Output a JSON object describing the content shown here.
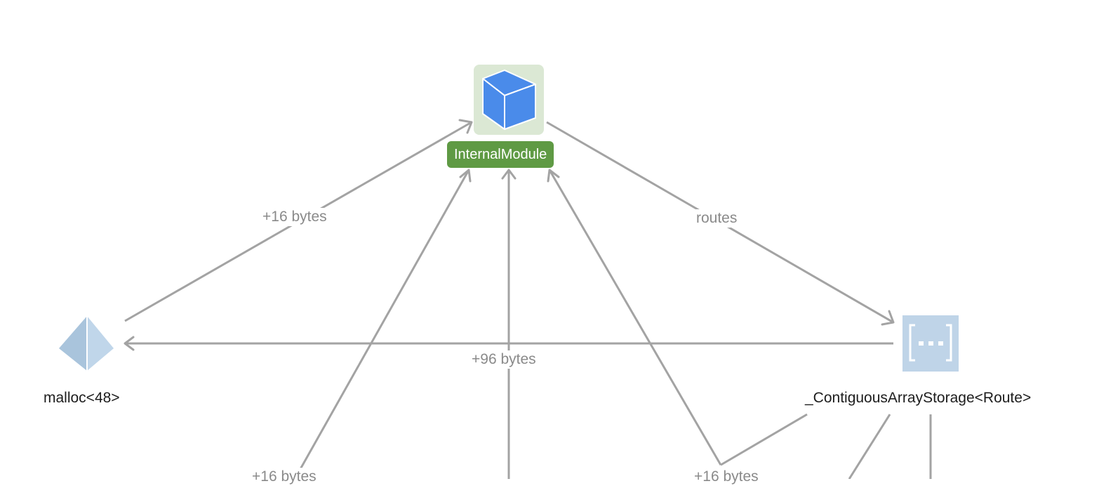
{
  "colors": {
    "edge": "#a3a3a3",
    "selected_node_bg": "#dbe8d4",
    "selected_label_bg": "#5f9a44",
    "cube_fill": "#4a8bea",
    "array_node_fill": "#bfd4e8",
    "pyramid_fill": "#a9c4dc"
  },
  "nodes": {
    "internal_module": {
      "label": "InternalModule",
      "icon": "cube-icon"
    },
    "malloc": {
      "label": "malloc<48>",
      "icon": "pyramid-icon"
    },
    "array_storage": {
      "label": "_ContiguousArrayStorage<Route>",
      "icon": "array-brackets-icon"
    }
  },
  "edges": {
    "malloc_to_module": "+16 bytes",
    "module_to_array": "routes",
    "array_to_malloc": "+96 bytes",
    "lower_left": "+16 bytes",
    "lower_right": "+16 bytes"
  }
}
